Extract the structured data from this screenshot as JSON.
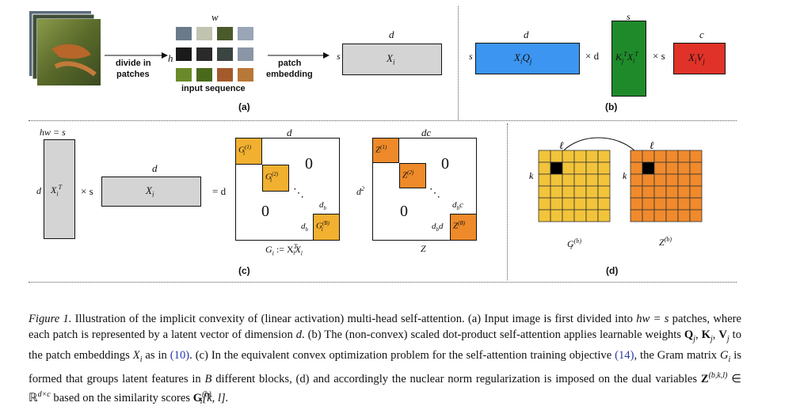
{
  "panel_a": {
    "label": "(a)",
    "divide_text_1": "divide in",
    "divide_text_2": "patches",
    "w": "w",
    "h": "h",
    "input_sequence": "input sequence",
    "patch_text_1": "patch",
    "patch_text_2": "embedding",
    "s": "s",
    "d": "d",
    "xi": "X",
    "xi_sub": "i"
  },
  "panel_b": {
    "label": "(b)",
    "d_top": "d",
    "s_left": "s",
    "xq": "X",
    "xq_i": "i",
    "xq_q": "Q",
    "xq_j": "j",
    "times_d": "× d",
    "s_top": "s",
    "kx": "K",
    "kx_j": "j",
    "kx_T": "T",
    "kx_X": "X",
    "kx_i": "i",
    "times_s": "× s",
    "c_top": "c",
    "xv": "X",
    "xv_i": "i",
    "xv_v": "V",
    "xv_j": "j"
  },
  "panel_c": {
    "label": "(c)",
    "hw_s": "hw = s",
    "d_left": "d",
    "xt": "X",
    "xt_i": "i",
    "xt_T": "T",
    "times_s": "× s",
    "d_top": "d",
    "x2": "X",
    "x2_i": "i",
    "eq_d": "= d",
    "G_d_top": "d",
    "G1": "G",
    "G1_sup": "(1)",
    "G1_sub": "i",
    "G2": "G",
    "G2_sup": "(2)",
    "G2_sub": "i",
    "GB": "G",
    "GB_sup": "(B)",
    "GB_sub": "i",
    "zero": "0",
    "db": "d",
    "db_sub": "b",
    "gram_caption": "G",
    "gram_caption_sub": "i",
    "gram_eq": " := X",
    "gram_T": "T",
    "gram_Xi": "X",
    "dc_top": "dc",
    "d2": "d",
    "d2_sup": "2",
    "Z1": "Z",
    "Z1_sup": "(1)",
    "Z2": "Z",
    "Z2_sup": "(2)",
    "ZB": "Z",
    "ZB_sup": "(B)",
    "dbc": "c",
    "dbd": "d",
    "z_caption": "Z"
  },
  "panel_d": {
    "label": "(d)",
    "ell": "ℓ",
    "k": "k",
    "G": "G",
    "G_sup": "(b)",
    "G_sub": "i",
    "Z": "Z",
    "Z_sup": "(b)"
  },
  "caption": {
    "fig": "Figure 1.",
    "text1": " Illustration of the implicit convexity of (linear activation) multi-head self-attention. (a) Input image is first divided into ",
    "m1": "hw = s",
    "text2": " patches, where each patch is represented by a latent vector of dimension ",
    "m2": "d",
    "text3": ". (b) The (non-convex) scaled dot-product self-attention applies learnable weights ",
    "m3": "Q",
    "m3s": "j",
    "c1": ", ",
    "m4": "K",
    "m4s": "j",
    "c2": ", ",
    "m5": "V",
    "m5s": "j",
    "text4": " to the patch embeddings ",
    "m6": "X",
    "m6s": "i",
    "text5": " as in ",
    "ref1": "(10)",
    "text6": ". (c) In the equivalent convex optimization problem for the self-attention training objective ",
    "ref2": "(14)",
    "text7": ", the Gram matrix ",
    "m7": "G",
    "m7s": "i",
    "text8": " is formed that groups latent features in ",
    "m8": "B",
    "text9": " different blocks, (d) and accordingly the nuclear norm regularization is imposed on the dual variables ",
    "m9": "Z",
    "m9s": "(b,k,l)",
    "text10": " ∈ ℝ",
    "m10s": "d×c",
    "text11": " based on the similarity scores ",
    "m11": "G",
    "m11sup": "(b)",
    "m11sub": "i",
    "text12": "[k, l]."
  },
  "colors": {
    "blue": "#3c95f0",
    "green": "#1f8a2a",
    "red": "#e03228",
    "gray": "#d4d4d4",
    "yellow": "#f2c43a",
    "orange": "#f08a2c"
  }
}
